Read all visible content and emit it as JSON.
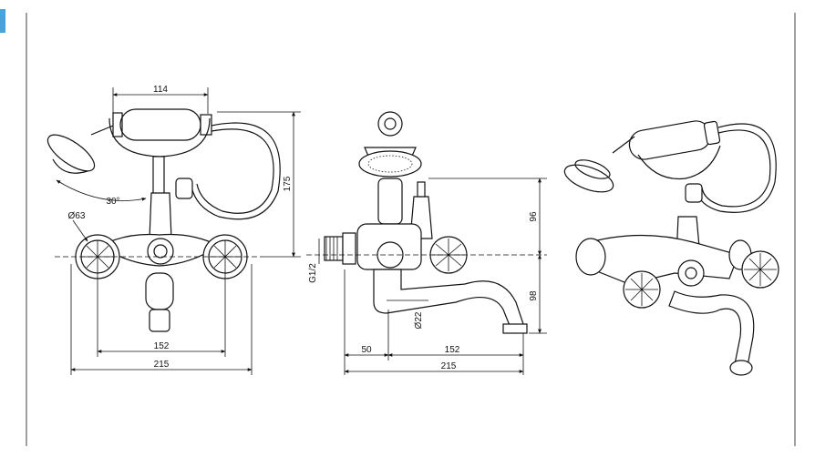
{
  "colors": {
    "line": "#111111",
    "accent": "#4aa3d8",
    "background": "#ffffff"
  },
  "front_view": {
    "dim_top": "114",
    "dim_height": "175",
    "angle": "30°",
    "dia_handle": "Ø63",
    "dim_centers": "152",
    "dim_overall": "215"
  },
  "side_view": {
    "dim_upper": "96",
    "dim_lower": "98",
    "thread": "G1/2",
    "dia_spout": "Ø22",
    "dim_wall": "50",
    "dim_reach": "152",
    "dim_overall": "215"
  }
}
